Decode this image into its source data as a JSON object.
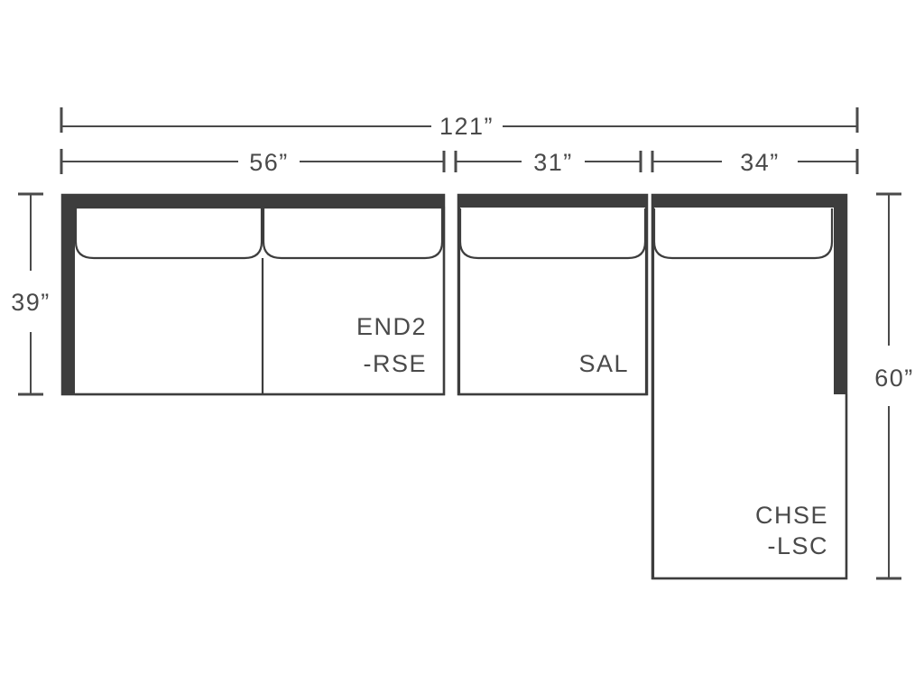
{
  "diagram": {
    "title": "Sectional Sofa Dimension Diagram",
    "unit_symbol": "”",
    "colors": {
      "frame": "#3d3d3d",
      "outline": "#3d3d3d",
      "dimension": "#4a4a4a",
      "background": "#ffffff"
    }
  },
  "dimensions": {
    "overall_width": "121”",
    "segment_left": "56”",
    "segment_middle": "31”",
    "segment_right": "34”",
    "depth_main": "39”",
    "depth_chaise": "60”"
  },
  "modules": [
    {
      "id": "end2-rse",
      "label_line1": "END2",
      "label_line2": "-RSE"
    },
    {
      "id": "sal",
      "label_line1": "SAL",
      "label_line2": ""
    },
    {
      "id": "chse-lsc",
      "label_line1": "CHSE",
      "label_line2": "-LSC"
    }
  ],
  "labels": {
    "end2_line1": "END2",
    "end2_line2": "-RSE",
    "sal_line1": "SAL",
    "chse_line1": "CHSE",
    "chse_line2": "-LSC"
  }
}
